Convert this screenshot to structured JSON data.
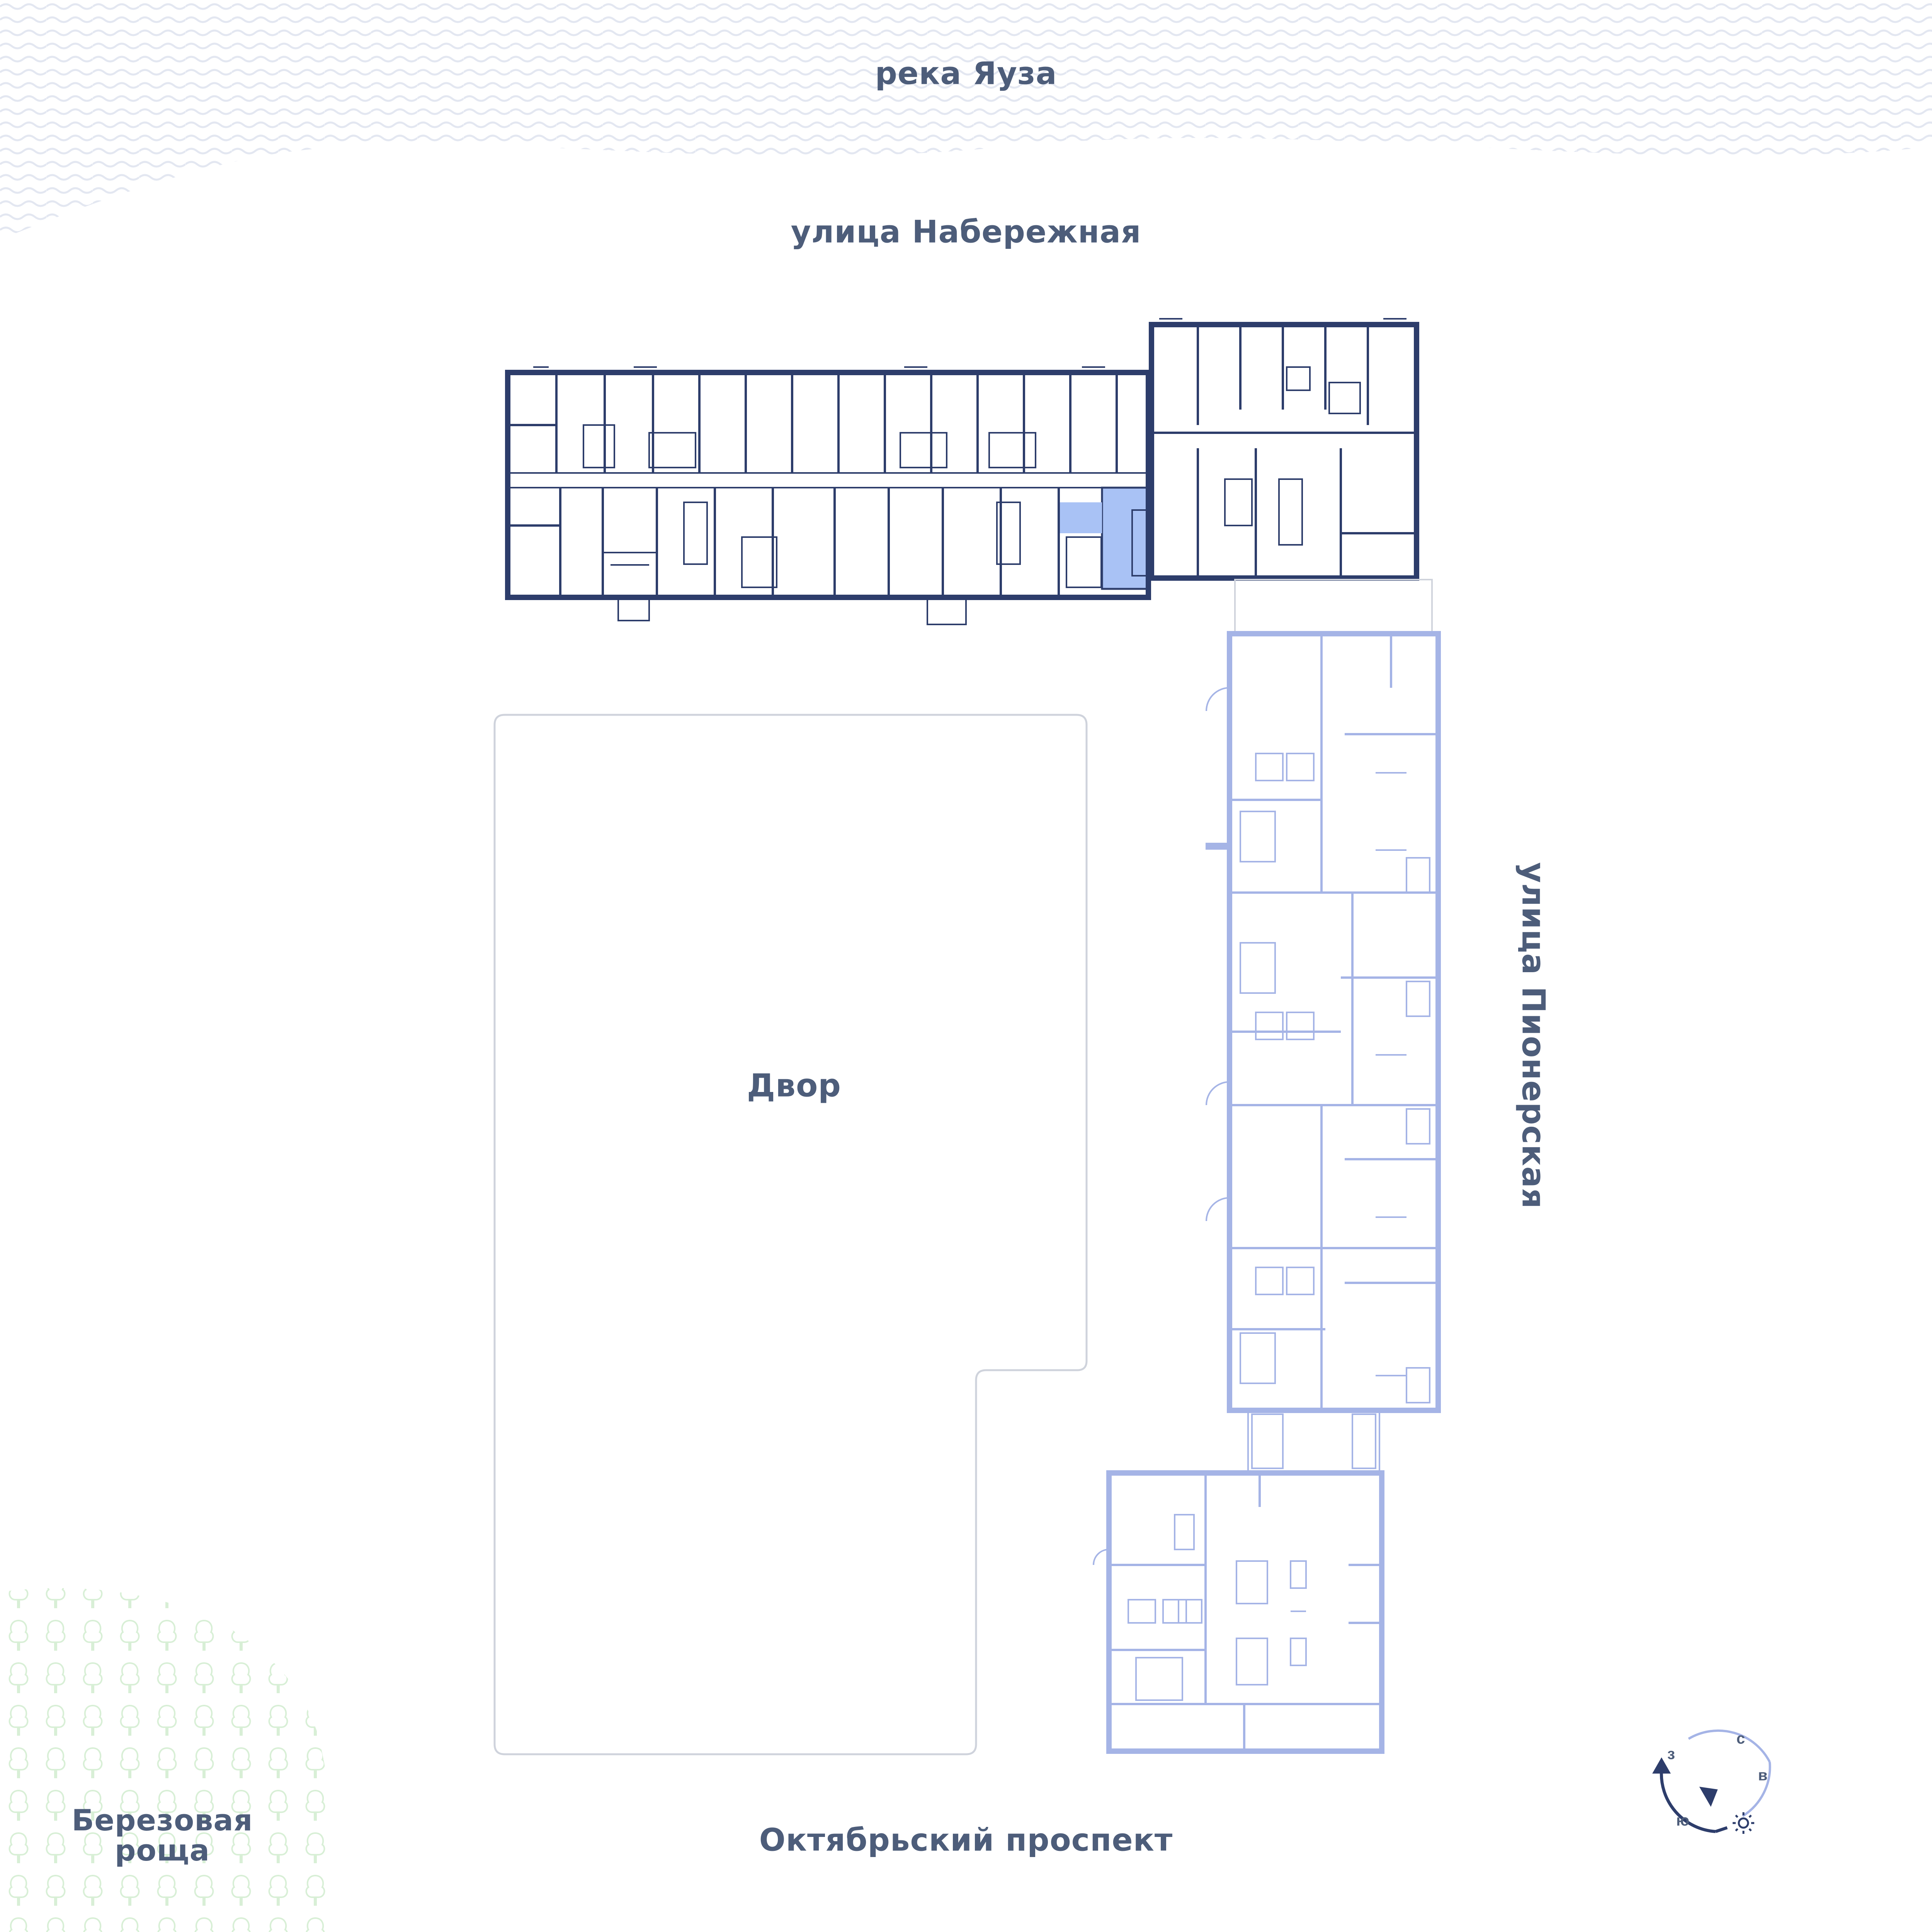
{
  "labels": {
    "river": "река Яуза",
    "street_north": "улица Набережная",
    "courtyard": "Двор",
    "street_south": "Октябрьский проспект",
    "street_east": "улица Пионерская",
    "grove": "Березовая роща"
  },
  "compass": {
    "north": "с",
    "east": "в",
    "south": "ю",
    "west": "з"
  },
  "icons": {
    "river": "water-wave-pattern",
    "grove": "tree-pattern",
    "compass": "compass-icon",
    "sun": "sun-icon"
  },
  "colors": {
    "background": "#ffffff",
    "label": "#4d5d7a",
    "wall_dark": "#2d3d6b",
    "wall_light": "#a5b4e6",
    "highlight_apartment": "#a9c2f5",
    "water_pattern": "#e3e7f1",
    "tree_pattern": "#d8efd6",
    "courtyard_outline": "#cfd3dc"
  }
}
